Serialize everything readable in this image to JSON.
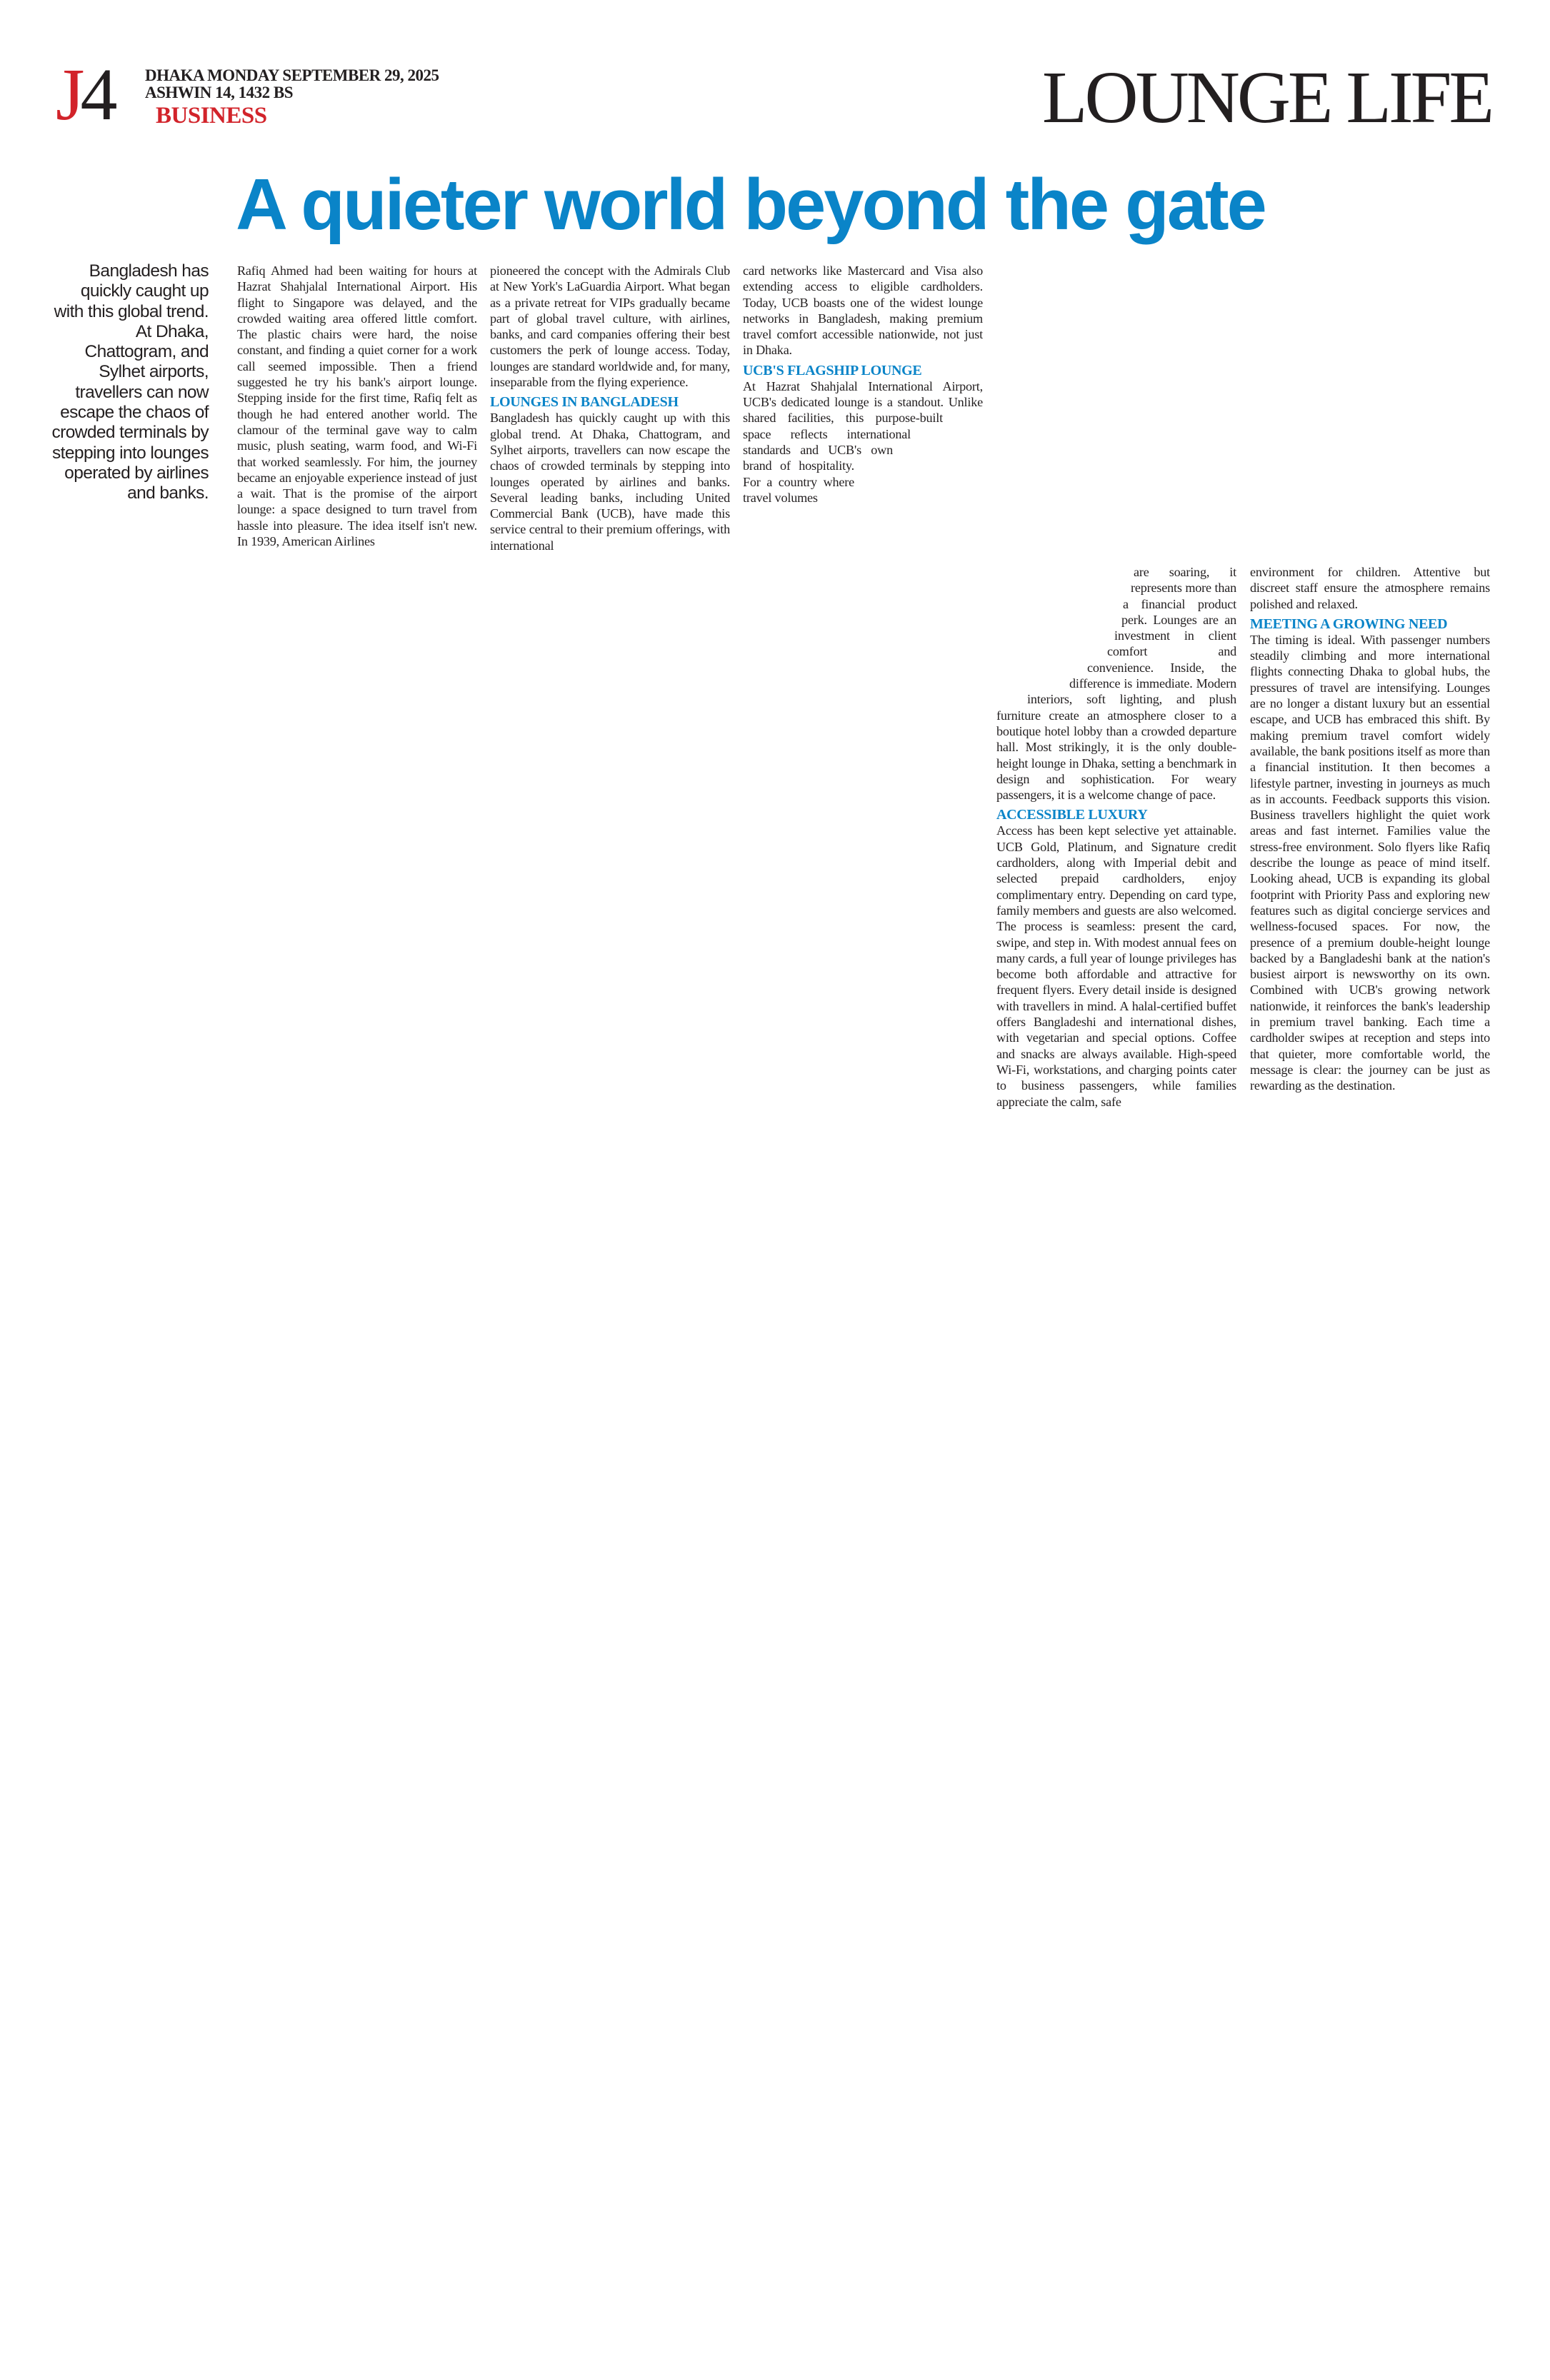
{
  "masthead": {
    "page_letter": "J",
    "page_number": "4",
    "dateline": "DHAKA MONDAY SEPTEMBER 29, 2025",
    "bangla_date": "ASHWIN 14, 1432 BS",
    "section": "BUSINESS",
    "page_title": "LOUNGE LIFE"
  },
  "article": {
    "headline": "A quieter world beyond the gate",
    "pull_quote": "Bangladesh has quickly caught up with this global trend. At Dhaka, Chattogram, and Sylhet airports, travellers can now escape the chaos of crowded terminals by stepping into lounges operated by airlines and banks.",
    "col2": "Rafiq Ahmed had been waiting for hours at Hazrat Shahjalal International Airport. His flight to Singapore was delayed, and the crowded waiting area offered little comfort. The plastic chairs were hard, the noise constant, and finding a quiet corner for a work call seemed impossible. Then a friend suggested he try his bank's airport lounge. Stepping inside for the first time, Rafiq felt as though he had entered another world. The clamour of the terminal gave way to calm music, plush seating, warm food, and Wi-Fi that worked seamlessly. For him, the journey became an enjoyable experience instead of just a wait. That is the promise of the airport lounge: a space designed to turn travel from hassle into pleasure. The idea itself isn't new. In 1939, American Airlines",
    "col3_a": "pioneered the concept with the Admirals Club at New York's LaGuardia Airport. What began as a private retreat for VIPs gradually became part of global travel culture, with airlines, banks, and card companies offering their best customers the perk of lounge access. Today, lounges are standard worldwide and, for many, inseparable from the flying experience.",
    "sub1": "LOUNGES IN BANGLADESH",
    "col3_b": "Bangladesh has quickly caught up with this global trend. At Dhaka, Chattogram, and Sylhet airports, travellers can now escape the chaos of crowded terminals by stepping into lounges operated by airlines and banks. Several leading banks, including United Commercial Bank (UCB), have made this service central to their premium offerings, with international",
    "col4_a": "card networks like Mastercard and Visa also extending access to eligible cardholders. Today, UCB boasts one of the widest lounge networks in Bangladesh, making premium travel comfort accessible nationwide, not just in Dhaka.",
    "sub2": "UCB'S FLAGSHIP LOUNGE",
    "col4_b": "At Hazrat Shahjalal International Airport, UCB's dedicated lounge is a standout. Unlike shared facilities, this purpose-built space reflects international standards and UCB's own brand of hospitality. For a country where travel volumes",
    "col5_a": "are soaring, it represents more than a financial product perk. Lounges are an investment in client comfort and convenience. Inside, the difference is immediate. Modern interiors, soft lighting, and plush furniture create an atmosphere closer to a boutique hotel lobby than a crowded departure hall. Most strikingly, it is the only double-height lounge in Dhaka, setting a benchmark in design and sophistication. For weary passengers, it is a welcome change of pace.",
    "sub3": "ACCESSIBLE LUXURY",
    "col5_b": "Access has been kept selective yet attainable. UCB Gold, Platinum, and Signature credit cardholders, along with Imperial debit and selected prepaid cardholders, enjoy complimentary entry. Depending on card type, family members and guests are also welcomed. The process is seamless: present the card, swipe, and step in. With modest annual fees on many cards, a full year of lounge privileges has become both affordable and attractive for frequent flyers. Every detail inside is designed with travellers in mind. A halal-certified buffet offers Bangladeshi and international dishes, with vegetarian and special options. Coffee and snacks are always available. High-speed Wi-Fi, workstations, and charging points cater to business passengers, while families appreciate the calm, safe",
    "col6_a": "environment for children. Attentive but discreet staff ensure the atmosphere remains polished and relaxed.",
    "sub4": "MEETING A GROWING NEED",
    "col6_b": "The timing is ideal. With passenger numbers steadily climbing and more international flights connecting Dhaka to global hubs, the pressures of travel are intensifying. Lounges are no longer a distant luxury but an essential escape, and UCB has embraced this shift. By making premium travel comfort widely available, the bank positions itself as more than a financial institution. It then becomes a lifestyle partner, investing in journeys as much as in accounts. Feedback supports this vision. Business travellers highlight the quiet work areas and fast internet. Families value the stress-free environment. Solo flyers like Rafiq describe the lounge as peace of mind itself. Looking ahead, UCB is expanding its global footprint with Priority Pass and exploring new features such as digital concierge services and wellness-focused spaces. For now, the presence of a premium double-height lounge backed by a Bangladeshi bank at the nation's busiest airport is newsworthy on its own. Combined with UCB's growing network nationwide, it reinforces the bank's leadership in premium travel banking. Each time a cardholder swipes at reception and steps into that quieter, more comfortable world, the message is clear: the journey can be just as rewarding as the destination."
  },
  "colors": {
    "accent_blue": "#0a84c8",
    "section_red": "#d2232a",
    "text": "#231f20"
  }
}
